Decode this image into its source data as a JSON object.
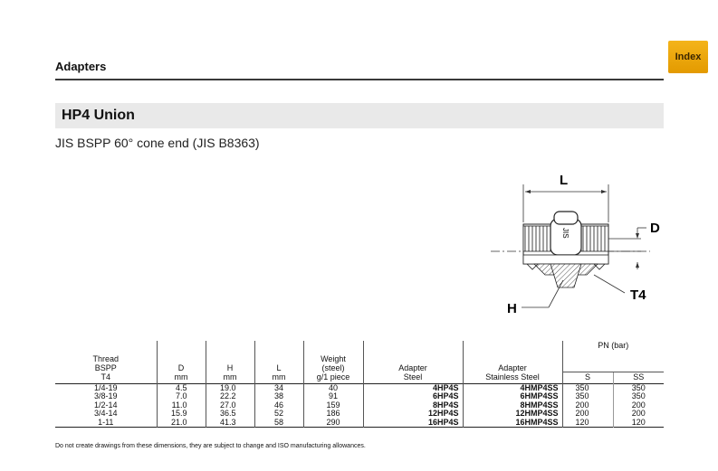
{
  "header": {
    "section": "Adapters",
    "index_tab": "Index"
  },
  "product": {
    "title": "HP4  Union",
    "subtitle": "JIS BSPP 60° cone end (JIS B8363)"
  },
  "drawing": {
    "label_L": "L",
    "label_D": "D",
    "label_H": "H",
    "label_T4": "T4",
    "body_marking": "JIS"
  },
  "table": {
    "headers": {
      "thread": [
        "Thread",
        "BSPP",
        "T4"
      ],
      "d": [
        "D",
        "mm"
      ],
      "h": [
        "H",
        "mm"
      ],
      "l": [
        "L",
        "mm"
      ],
      "weight": [
        "Weight",
        "(steel)",
        "g/1 piece"
      ],
      "adapter_steel": [
        "Adapter",
        "Steel"
      ],
      "adapter_ss": [
        "Adapter",
        "Stainless Steel"
      ],
      "pn": "PN (bar)",
      "pn_s": "S",
      "pn_ss": "SS"
    },
    "rows": [
      {
        "thread": "1/4-19",
        "d": "4.5",
        "h": "19.0",
        "l": "34",
        "weight": "40",
        "steel": "4HP4S",
        "ss": "4HMP4SS",
        "pn_s": "350",
        "pn_ss": "350"
      },
      {
        "thread": "3/8-19",
        "d": "7.0",
        "h": "22.2",
        "l": "38",
        "weight": "91",
        "steel": "6HP4S",
        "ss": "6HMP4SS",
        "pn_s": "350",
        "pn_ss": "350"
      },
      {
        "thread": "1/2-14",
        "d": "11.0",
        "h": "27.0",
        "l": "46",
        "weight": "159",
        "steel": "8HP4S",
        "ss": "8HMP4SS",
        "pn_s": "200",
        "pn_ss": "200"
      },
      {
        "thread": "3/4-14",
        "d": "15.9",
        "h": "36.5",
        "l": "52",
        "weight": "186",
        "steel": "12HP4S",
        "ss": "12HMP4SS",
        "pn_s": "200",
        "pn_ss": "200"
      },
      {
        "thread": "1-11",
        "d": "21.0",
        "h": "41.3",
        "l": "58",
        "weight": "290",
        "steel": "16HP4S",
        "ss": "16HMP4SS",
        "pn_s": "120",
        "pn_ss": "120"
      }
    ]
  },
  "footnote": "Do not create drawings from these dimensions, they are subject to change and ISO manufacturing allowances."
}
